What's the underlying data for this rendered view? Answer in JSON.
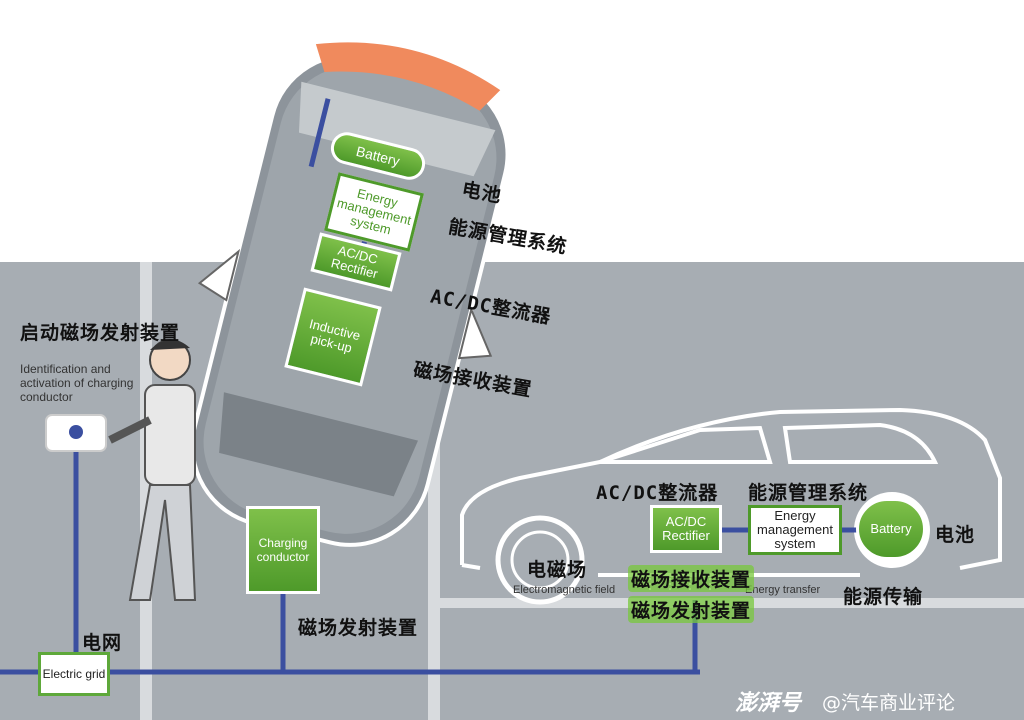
{
  "labels_en": {
    "id_activation": "Identification and activation of charging conductor",
    "electric_grid": "Electric grid",
    "charging_conductor": "Charging conductor",
    "battery": "Battery",
    "energy_mgmt": "Energy management system",
    "ac_dc": "AC/DC Rectifier",
    "inductive": "Inductive pick-up",
    "electromagnetic_field": "Electromagnetic field",
    "energy_transfer": "Energy transfer"
  },
  "labels_cn": {
    "battery_top": "电池",
    "energy_mgmt_top": "能源管理系统",
    "acdc_top": "AC/DC整流器",
    "receiver_top": "磁场接收装置",
    "start_emitter": "启动磁场发射装置",
    "grid": "电网",
    "emitter_bottom": "磁场发射装置",
    "acdc_right": "AC/DC整流器",
    "energy_mgmt_right": "能源管理系统",
    "battery_right": "电池",
    "em_field": "电磁场",
    "receiver_right": "磁场接收装置",
    "emitter_right": "磁场发射装置",
    "energy_transfer_cn": "能源传输"
  },
  "watermark": {
    "logo": "澎湃号",
    "account": "@汽车商业评论"
  },
  "colors": {
    "green": "#5ea83a",
    "road": "#a7adb3",
    "cable": "#3b4fa0"
  }
}
